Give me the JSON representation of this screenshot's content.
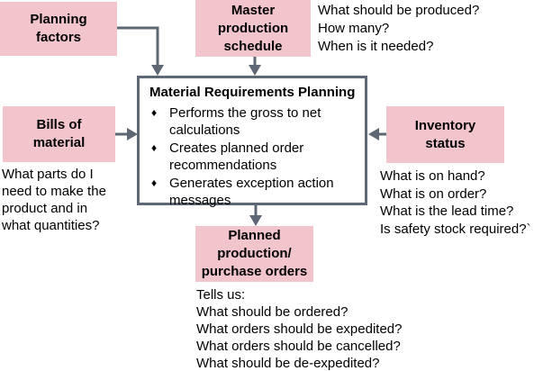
{
  "diagram": {
    "colors": {
      "box_fill": "#f2c5cd",
      "arrow_and_border": "#5d6874",
      "text": "#000000",
      "background": "#ffffff"
    },
    "input_boxes": {
      "planning_factors": {
        "label": "Planning\nfactors"
      },
      "master_production_schedule": {
        "label": "Master\nproduction\nschedule"
      },
      "bills_of_material": {
        "label": "Bills of\nmaterial"
      },
      "inventory_status": {
        "label": "Inventory\nstatus"
      }
    },
    "output_box": {
      "planned_orders": {
        "label": "Planned\nproduction/\npurchase orders"
      }
    },
    "mrp_box": {
      "title": "Material Requirements Planning",
      "bullet_glyph": "♦",
      "bullets": [
        "Performs the gross to net calculations",
        "Creates planned order recommendations",
        "Generates exception action messages"
      ]
    },
    "annotations": {
      "mps_note": "What should be produced?\nHow many?\nWhen is it needed?",
      "bom_note": "What parts do I\nneed to make the\nproduct and in\nwhat quantities?",
      "inventory_note": "What is on hand?\nWhat is on order?\nWhat is the lead time?\nIs safety stock required?`",
      "output_note": "Tells us:\nWhat should be ordered?\nWhat orders should be expedited?\nWhat orders should be cancelled?\nWhat should be de-expedited?"
    }
  }
}
